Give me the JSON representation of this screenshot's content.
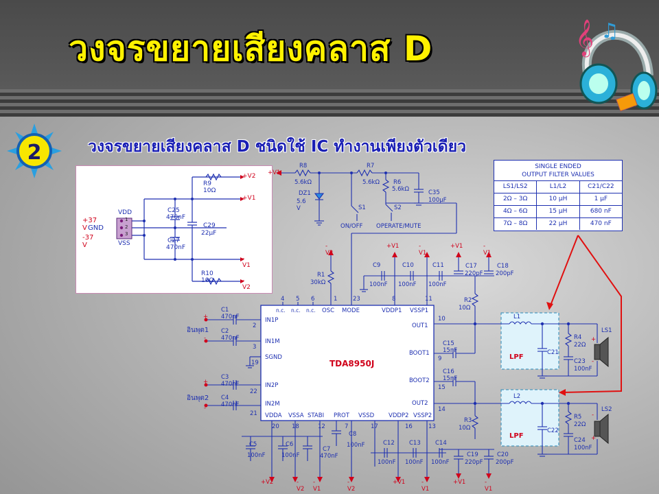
{
  "slide": {
    "title": "วงจรขยายเสียงคลาส D",
    "badge_number": "2",
    "subtitle": "วงจรขยายเสียงคลาส D ชนิดใช้ IC ทำงานเพียงตัวเดียว",
    "colors": {
      "title": "#fff200",
      "subtitle": "#1a1fb4",
      "wire": "#1d2fb0",
      "rail": "#d0021b",
      "arrow": "#e01010",
      "lpf_fill": "#dff3fb"
    }
  },
  "power_supply": {
    "labels": {
      "pos": "+37 V",
      "gnd": "GND",
      "neg": "-37 V",
      "vdd": "VDD",
      "vss": "VSS",
      "pin1": "1",
      "pin2": "2",
      "pin3": "3",
      "r9": "R9 10Ω",
      "r10": "R10 10Ω",
      "c25": "C25",
      "c25v": "470nF",
      "c27": "C27",
      "c27v": "470nF",
      "c29": "C29",
      "c29v": "22µF",
      "o1": "+V2",
      "o2": "+V1",
      "o3": "-V1",
      "o4": "-V2"
    }
  },
  "filter_table": {
    "title_line1": "SINGLE ENDED",
    "title_line2": "OUTPUT FILTER VALUES",
    "headers": [
      "LS1/LS2",
      "L1/L2",
      "C21/C22"
    ],
    "rows": [
      [
        "2Ω – 3Ω",
        "10 µH",
        "1 µF"
      ],
      [
        "4Ω – 6Ω",
        "15 µH",
        "680 nF"
      ],
      [
        "7Ω – 8Ω",
        "22 µH",
        "470 nF"
      ]
    ]
  },
  "control": {
    "labels": {
      "v1": "+V1",
      "r8": "R8",
      "r8v": "5.6kΩ",
      "dz1": "DZ1",
      "dz1v": "5.6 V",
      "r7": "R7",
      "r7v": "5.6kΩ",
      "r6": "R6",
      "r6v": "5.6kΩ",
      "c35": "C35",
      "c35v": "100µF",
      "s1": "S1",
      "s2": "S2",
      "onoff": "ON/OFF",
      "opmute": "OPERATE/MUTE"
    }
  },
  "ic": {
    "name": "TDA8950J",
    "top_pins": [
      "4",
      "5",
      "6",
      "1",
      "23",
      "8",
      "11"
    ],
    "top_labels": [
      "n.c.",
      "n.c.",
      "n.c.",
      "OSC",
      "MODE",
      "VDDP1",
      "VSSP1"
    ],
    "left_pins": [
      "2",
      "3",
      "19",
      "22",
      "21"
    ],
    "left_labels": [
      "IN1P",
      "IN1M",
      "SGND",
      "IN2P",
      "IN2M"
    ],
    "right_pins": [
      "10",
      "9",
      "15",
      "14"
    ],
    "right_labels": [
      "OUT1",
      "BOOT1",
      "BOOT2",
      "OUT2"
    ],
    "bottom_pins": [
      "20",
      "18",
      "12",
      "7",
      "17",
      "16",
      "13"
    ],
    "bottom_labels": [
      "VDDA",
      "VSSA",
      "STABI",
      "PROT",
      "VSSD",
      "VDDP2",
      "VSSP2"
    ]
  },
  "inputs": {
    "in1": "อินพุต1",
    "in2": "อินพุต2",
    "c1": "C1 470nF",
    "c2": "C2 470nF",
    "c3": "C3 470nF",
    "c4": "C4 470nF",
    "plus": "+",
    "minus": "-"
  },
  "parts": {
    "v2neg": "-V2",
    "v1pos": "+V1",
    "v1neg": "-V1",
    "v2pos": "+V2",
    "r1": "R1",
    "r1v": "30kΩ",
    "c9": "C9",
    "c9v": "100nF",
    "c10": "C10",
    "c10v": "100nF",
    "c11": "C11",
    "c11v": "100nF",
    "c17": "C17",
    "c17v": "220pF",
    "c18": "C18",
    "c18v": "200pF",
    "r2": "R2",
    "r2v": "10Ω",
    "r3": "R3",
    "r3v": "10Ω",
    "c15": "C15 15nF",
    "c16": "C16 15nF",
    "c5": "C5",
    "c5v": "100nF",
    "c6": "C6",
    "c6v": "100nF",
    "c7": "C7",
    "c7v": "470nF",
    "c8": "C8",
    "c8v": "100nF",
    "c12": "C12",
    "c12v": "100nF",
    "c13": "C13",
    "c13v": "100nF",
    "c14": "C14",
    "c14v": "100nF",
    "c19": "C19",
    "c19v": "220pF",
    "c20": "C20",
    "c20v": "200pF",
    "l1": "L1",
    "l2": "L2",
    "c21": "C21",
    "c22": "C22",
    "r4": "R4",
    "r4v": "22Ω",
    "r5": "R5",
    "r5v": "22Ω",
    "c23": "C23",
    "c23v": "100nF",
    "c24": "C24",
    "c24v": "100nF",
    "ls1": "LS1",
    "ls2": "LS2",
    "lpf": "LPF"
  }
}
